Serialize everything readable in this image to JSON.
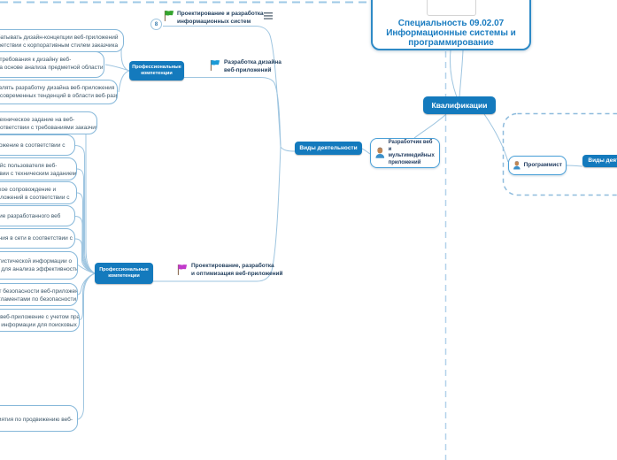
{
  "central": {
    "title": "Специальность 09.02.07\nИнформационные системы и\nпрограммирование"
  },
  "qualifications": {
    "label": "Квалификации"
  },
  "web_developer": {
    "name": "Разработчик веб и\nмультимедийных\nприложений",
    "activities_label": "Виды деятельности",
    "activities": [
      {
        "label": "Проектирование и разработка\nинформационных систем",
        "flag_color": "#35a42e",
        "collapsed_badge": "8",
        "has_notes": true
      },
      {
        "label": "Разработка дизайна\nвеб-приложений",
        "flag_color": "#1c9ad6",
        "competencies_label": "Профессиональные\nкомпетенции",
        "competencies": [
          "Разрабатывать дизайн-концепции веб-приложений\nв соответствии с корпоративным стилем заказчика",
          "Формировать требования к дизайну веб-\nприложений на основе анализа предметной области и",
          "Осуществлять разработку дизайна веб-приложения\nс учетом современных тенденций в области веб-разработки"
        ]
      },
      {
        "label": "Проектирование, разработка\nи оптимизация веб-приложений",
        "flag_color": "#c13acb",
        "competencies_label": "Профессиональные\nкомпетенции",
        "competencies": [
          "Разрабатывать техническое задание на веб-\nприложение в соответствии с требованиями заказчиками",
          "Разрабатывать веб-приложение в соответствии с",
          "Разрабатывать интерфейс пользователя веб-\nприложений в соответствии с техническим заданием",
          "Осуществлять техническое сопровождение и\nвосстановление веб-приложений в соответствии с",
          "Производить тестирование разработанного веб",
          "Размещать веб-приложения в сети в соответствии с",
          "Осуществлять сбор статистической информации о\nработе веб-приложений для анализа эффективности его",
          "Осуществлять аудит безопасности веб-приложения\nв соответствии с регламентами по безопасности",
          "Модернизировать веб-приложение с учетом правил\nи норм подготовки информации для поисковых систем",
          "Реализовывать мероприятия по продвижению веб-"
        ]
      }
    ]
  },
  "programmer": {
    "name": "Программист",
    "activities_label": "Виды деятельности"
  }
}
